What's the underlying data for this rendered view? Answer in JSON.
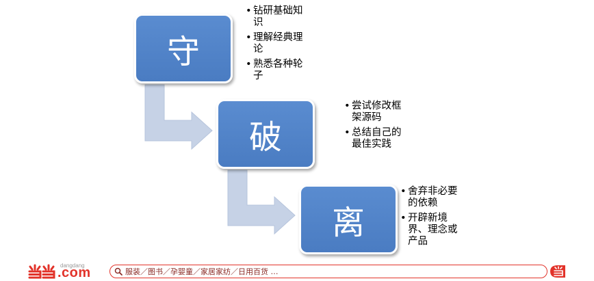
{
  "diagram": {
    "stages": [
      {
        "label": "守",
        "bullets": [
          "钻研基础知识",
          "理解经典理论",
          "熟悉各种轮子"
        ]
      },
      {
        "label": "破",
        "bullets": [
          "尝试修改框架源码",
          "总结自己的最佳实践"
        ]
      },
      {
        "label": "离",
        "bullets": [
          "舍弃非必要的依赖",
          "开辟新境界、理念或产品"
        ]
      }
    ],
    "colors": {
      "box_fill": "#4f81c4",
      "arrow_fill": "#c6d2e6",
      "bullet_text": "#000000"
    }
  },
  "footer": {
    "logo_small": "dangdang",
    "logo_main": ".com",
    "search_text": "服装／图书／孕婴童／家居家纺／日用百货 …",
    "search_icon": "magnifier-icon",
    "brand_color": "#e2332a"
  }
}
